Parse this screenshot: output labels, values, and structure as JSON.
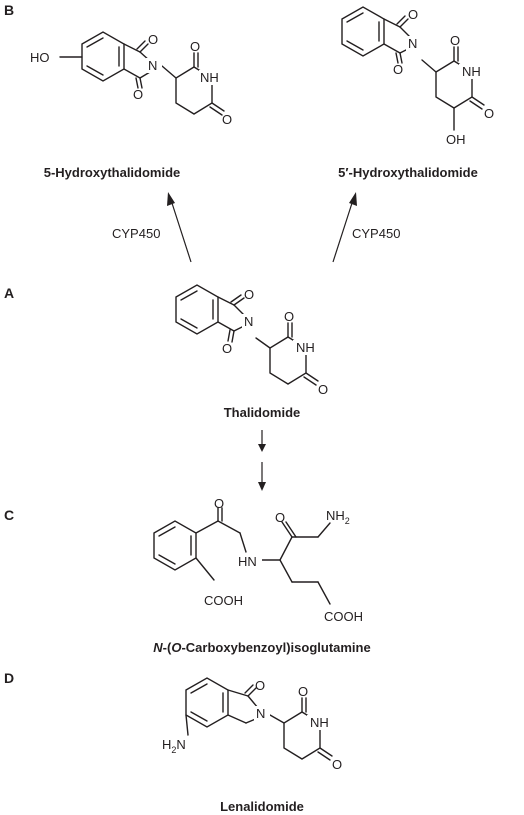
{
  "panels": {
    "a": "A",
    "b": "B",
    "c": "C",
    "d": "D"
  },
  "compounds": {
    "hydroxy5": "5-Hydroxythalidomide",
    "hydroxy5prime": "5′-Hydroxythalidomide",
    "thalidomide": "Thalidomide",
    "isoglutamine": {
      "prefix1": "N",
      "mid1": "-(",
      "prefix2": "O",
      "rest": "-Carboxybenzoyl)isoglutamine"
    },
    "lenalidomide": "Lenalidomide"
  },
  "enzymes": {
    "left": "CYP450",
    "right": "CYP450"
  },
  "atoms": {
    "O": "O",
    "N": "N",
    "NH": "NH",
    "HN": "HN",
    "HO": "HO",
    "OH": "OH",
    "COOH": "COOH",
    "NH2_main": "NH",
    "NH2_sub": "2",
    "H2N_main1": "H",
    "H2N_sub": "2",
    "H2N_main2": "N"
  }
}
